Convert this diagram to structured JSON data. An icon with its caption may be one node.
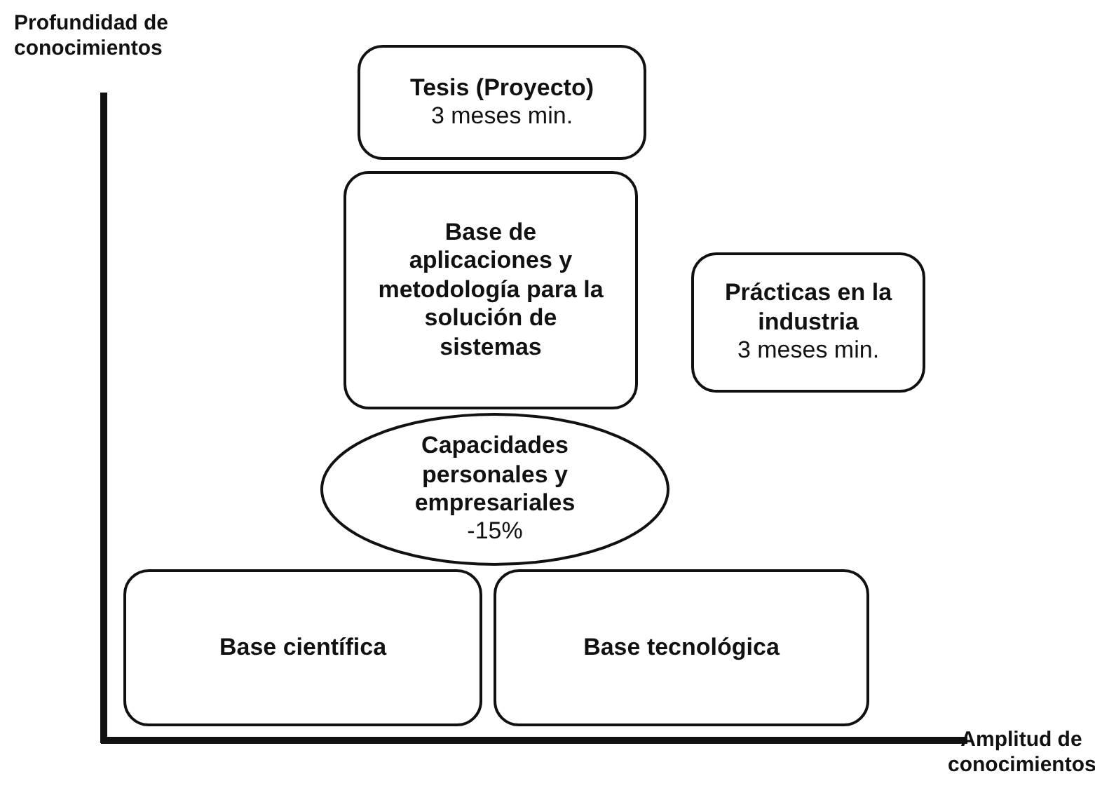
{
  "diagram": {
    "nodes": [
      {
        "text": [
          "Tesis (Proyecto)",
          "3 meses min."
        ]
      },
      {
        "text": [
          "Base de aplicaciones y metodología para la solución de sistemas"
        ]
      },
      {
        "text": [
          "Prácticas en la industria",
          "3 meses min."
        ]
      },
      {
        "text": [
          "Capacidades personales y empresariales",
          "-15%"
        ]
      },
      {
        "text": [
          "Base científica"
        ]
      },
      {
        "text": [
          "Base tecnológica"
        ]
      }
    ],
    "edges": [],
    "labels": [
      "Profundidad de conocimientos",
      "Amplitud de conocimientos"
    ]
  }
}
